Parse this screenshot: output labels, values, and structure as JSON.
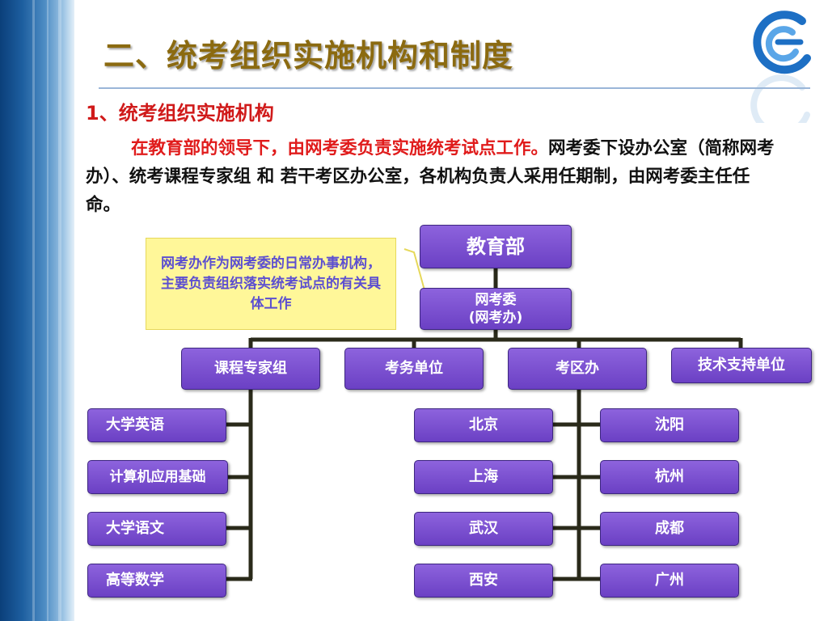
{
  "slide": {
    "title": "二、统考组织实施机构和制度",
    "subtitle": "1、统考组织实施机构",
    "paragraph_highlight": "在教育部的领导下，由网考委负责实施统考试点工作。",
    "paragraph_rest": "网考委下设办公室（简称网考办）、统考课程专家组 和 若干考区办公室，各机构负责人采用任期制，由网考委主任任命。",
    "note": "网考办作为网考委的日常办事机构，主要负责组织落实统考试点的有关具体工作"
  },
  "org": {
    "root": "教育部",
    "committee_line1": "网考委",
    "committee_line2": "(网考办)",
    "units": [
      "课程专家组",
      "考务单位",
      "考区办",
      "技术支持单位"
    ],
    "courses": [
      "大学英语",
      "计算机应用基础",
      "大学语文",
      "高等数学"
    ],
    "regions_left": [
      "北京",
      "上海",
      "武汉",
      "西安"
    ],
    "regions_right": [
      "沈阳",
      "杭州",
      "成都",
      "广州"
    ]
  },
  "colors": {
    "title": "#8b6a10",
    "highlight": "#e01b1b",
    "box_fill": "#7a52d6",
    "note_fill": "#fff799",
    "connector": "#2a2a1a"
  }
}
